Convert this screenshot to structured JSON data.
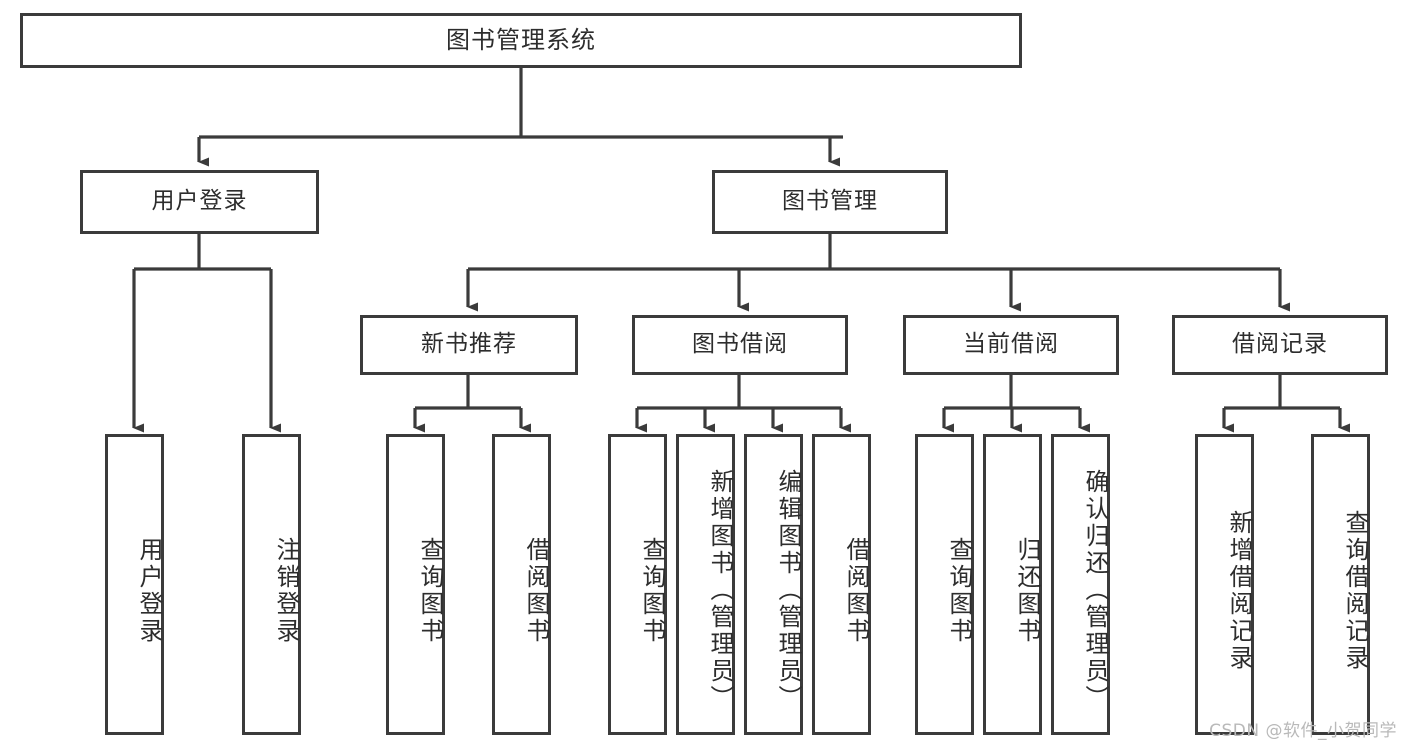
{
  "diagram": {
    "title": "图书管理系统",
    "type": "tree",
    "colors": {
      "border": "#3b3b3b",
      "text": "#2d2d2d",
      "background": "#ffffff",
      "edge": "#3b3b3b",
      "watermark": "#b9b9b9"
    },
    "root": {
      "id": "root",
      "label": "图书管理系统"
    },
    "level2": [
      {
        "id": "user-login",
        "label": "用户登录"
      },
      {
        "id": "book-manage",
        "label": "图书管理"
      }
    ],
    "level3": [
      {
        "id": "new-book-rec",
        "label": "新书推荐"
      },
      {
        "id": "book-borrow",
        "label": "图书借阅"
      },
      {
        "id": "current-borrow",
        "label": "当前借阅"
      },
      {
        "id": "borrow-record",
        "label": "借阅记录"
      }
    ],
    "leaves": {
      "user_login": [
        {
          "id": "leaf-user-login",
          "label": "用户登录"
        },
        {
          "id": "leaf-logout",
          "label": "注销登录"
        }
      ],
      "new_book_rec": [
        {
          "id": "leaf-query-book-1",
          "label": "查询图书"
        },
        {
          "id": "leaf-borrow-book-1",
          "label": "借阅图书"
        }
      ],
      "book_borrow": [
        {
          "id": "leaf-query-book-2",
          "label": "查询图书"
        },
        {
          "id": "leaf-add-book",
          "label": "新增图书（管理员）"
        },
        {
          "id": "leaf-edit-book",
          "label": "编辑图书（管理员）"
        },
        {
          "id": "leaf-borrow-book-2",
          "label": "借阅图书"
        }
      ],
      "current_borrow": [
        {
          "id": "leaf-query-book-3",
          "label": "查询图书"
        },
        {
          "id": "leaf-return-book",
          "label": "归还图书"
        },
        {
          "id": "leaf-confirm-return",
          "label": "确认归还（管理员）"
        }
      ],
      "borrow_record": [
        {
          "id": "leaf-add-record",
          "label": "新增借阅记录"
        },
        {
          "id": "leaf-query-record",
          "label": "查询借阅记录"
        }
      ]
    }
  },
  "watermark": {
    "text": "CSDN @软件_小贺同学"
  }
}
